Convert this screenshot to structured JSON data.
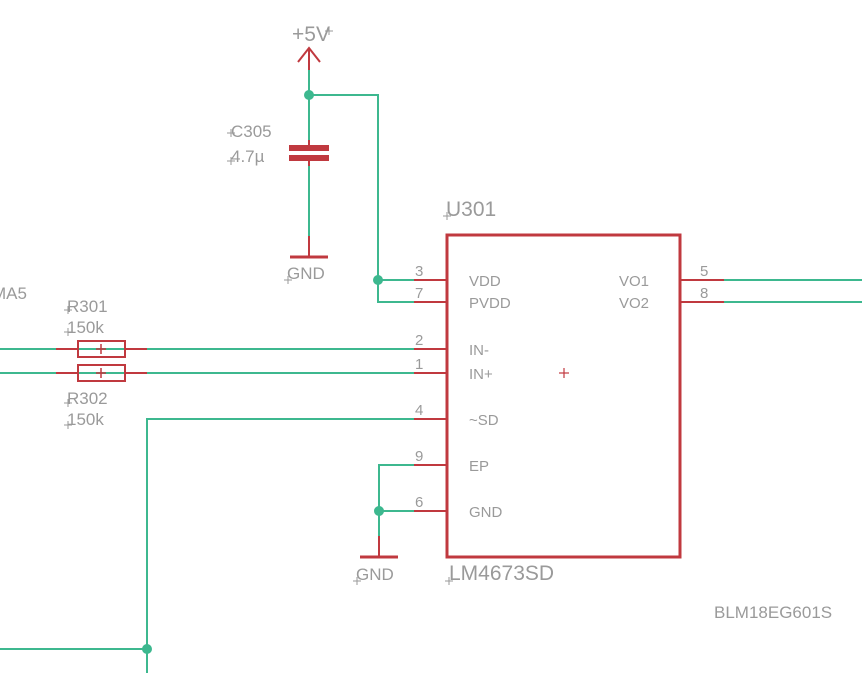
{
  "colors": {
    "wire": "#3db88f",
    "part": "#c0393f",
    "text": "#9a9a9a",
    "background": "#ffffff"
  },
  "supply": {
    "label": "+5V"
  },
  "capacitor": {
    "name": "C305",
    "value": "4.7µ"
  },
  "gnd_labels": [
    "GND",
    "GND"
  ],
  "resistors": [
    {
      "name": "R301",
      "value": "150k"
    },
    {
      "name": "R302",
      "value": "150k"
    }
  ],
  "net_label_left": "MA5",
  "ic": {
    "name": "U301",
    "value": "LM4673SD",
    "pins": [
      {
        "num": "3",
        "label": "VDD"
      },
      {
        "num": "7",
        "label": "PVDD"
      },
      {
        "num": "2",
        "label": "IN-"
      },
      {
        "num": "1",
        "label": "IN+"
      },
      {
        "num": "4",
        "label": "~SD"
      },
      {
        "num": "9",
        "label": "EP"
      },
      {
        "num": "6",
        "label": "GND"
      },
      {
        "num": "5",
        "label": "VO1"
      },
      {
        "num": "8",
        "label": "VO2"
      }
    ]
  },
  "ferrite_label": "BLM18EG601S"
}
